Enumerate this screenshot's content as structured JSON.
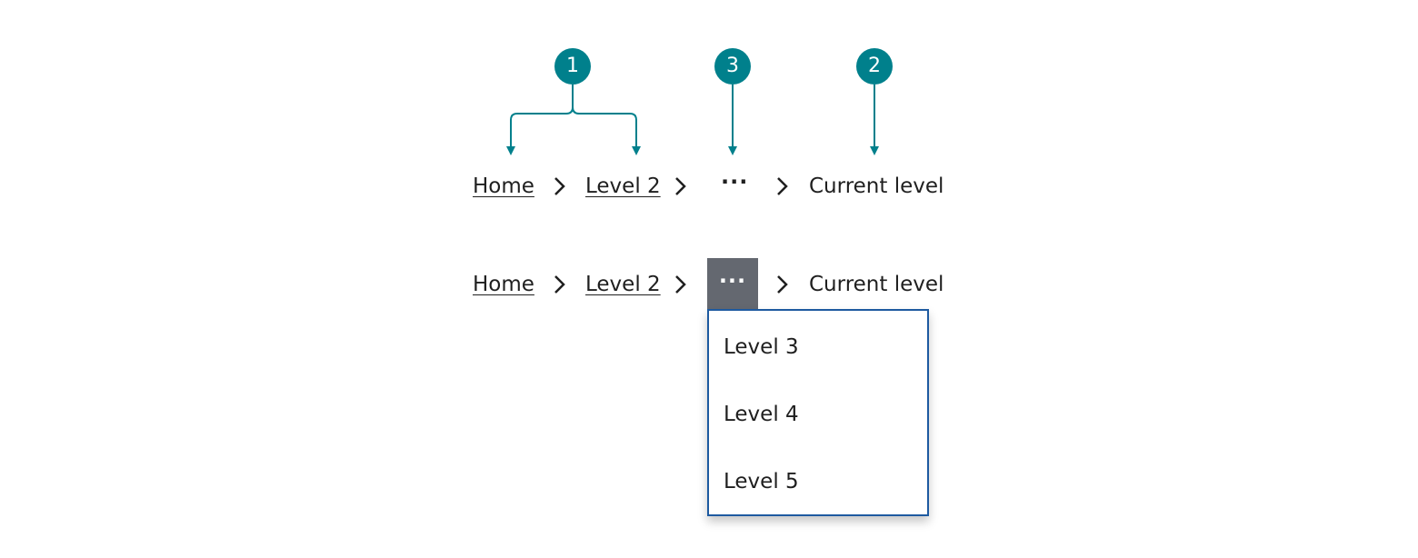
{
  "colors": {
    "accent": "#00808c",
    "text": "#1f1f1f",
    "overflow_button_bg": "#646870",
    "menu_border": "#1e5aa0"
  },
  "annotations": [
    {
      "label": "1"
    },
    {
      "label": "3"
    },
    {
      "label": "2"
    }
  ],
  "breadcrumb_collapsed": {
    "home": "Home",
    "level2": "Level 2",
    "overflow": "···",
    "current": "Current level"
  },
  "breadcrumb_expanded": {
    "home": "Home",
    "level2": "Level 2",
    "overflow": "···",
    "current": "Current level",
    "menu_items": [
      "Level 3",
      "Level 4",
      "Level 5"
    ]
  },
  "icons": {
    "separator": "chevron-right-icon"
  }
}
